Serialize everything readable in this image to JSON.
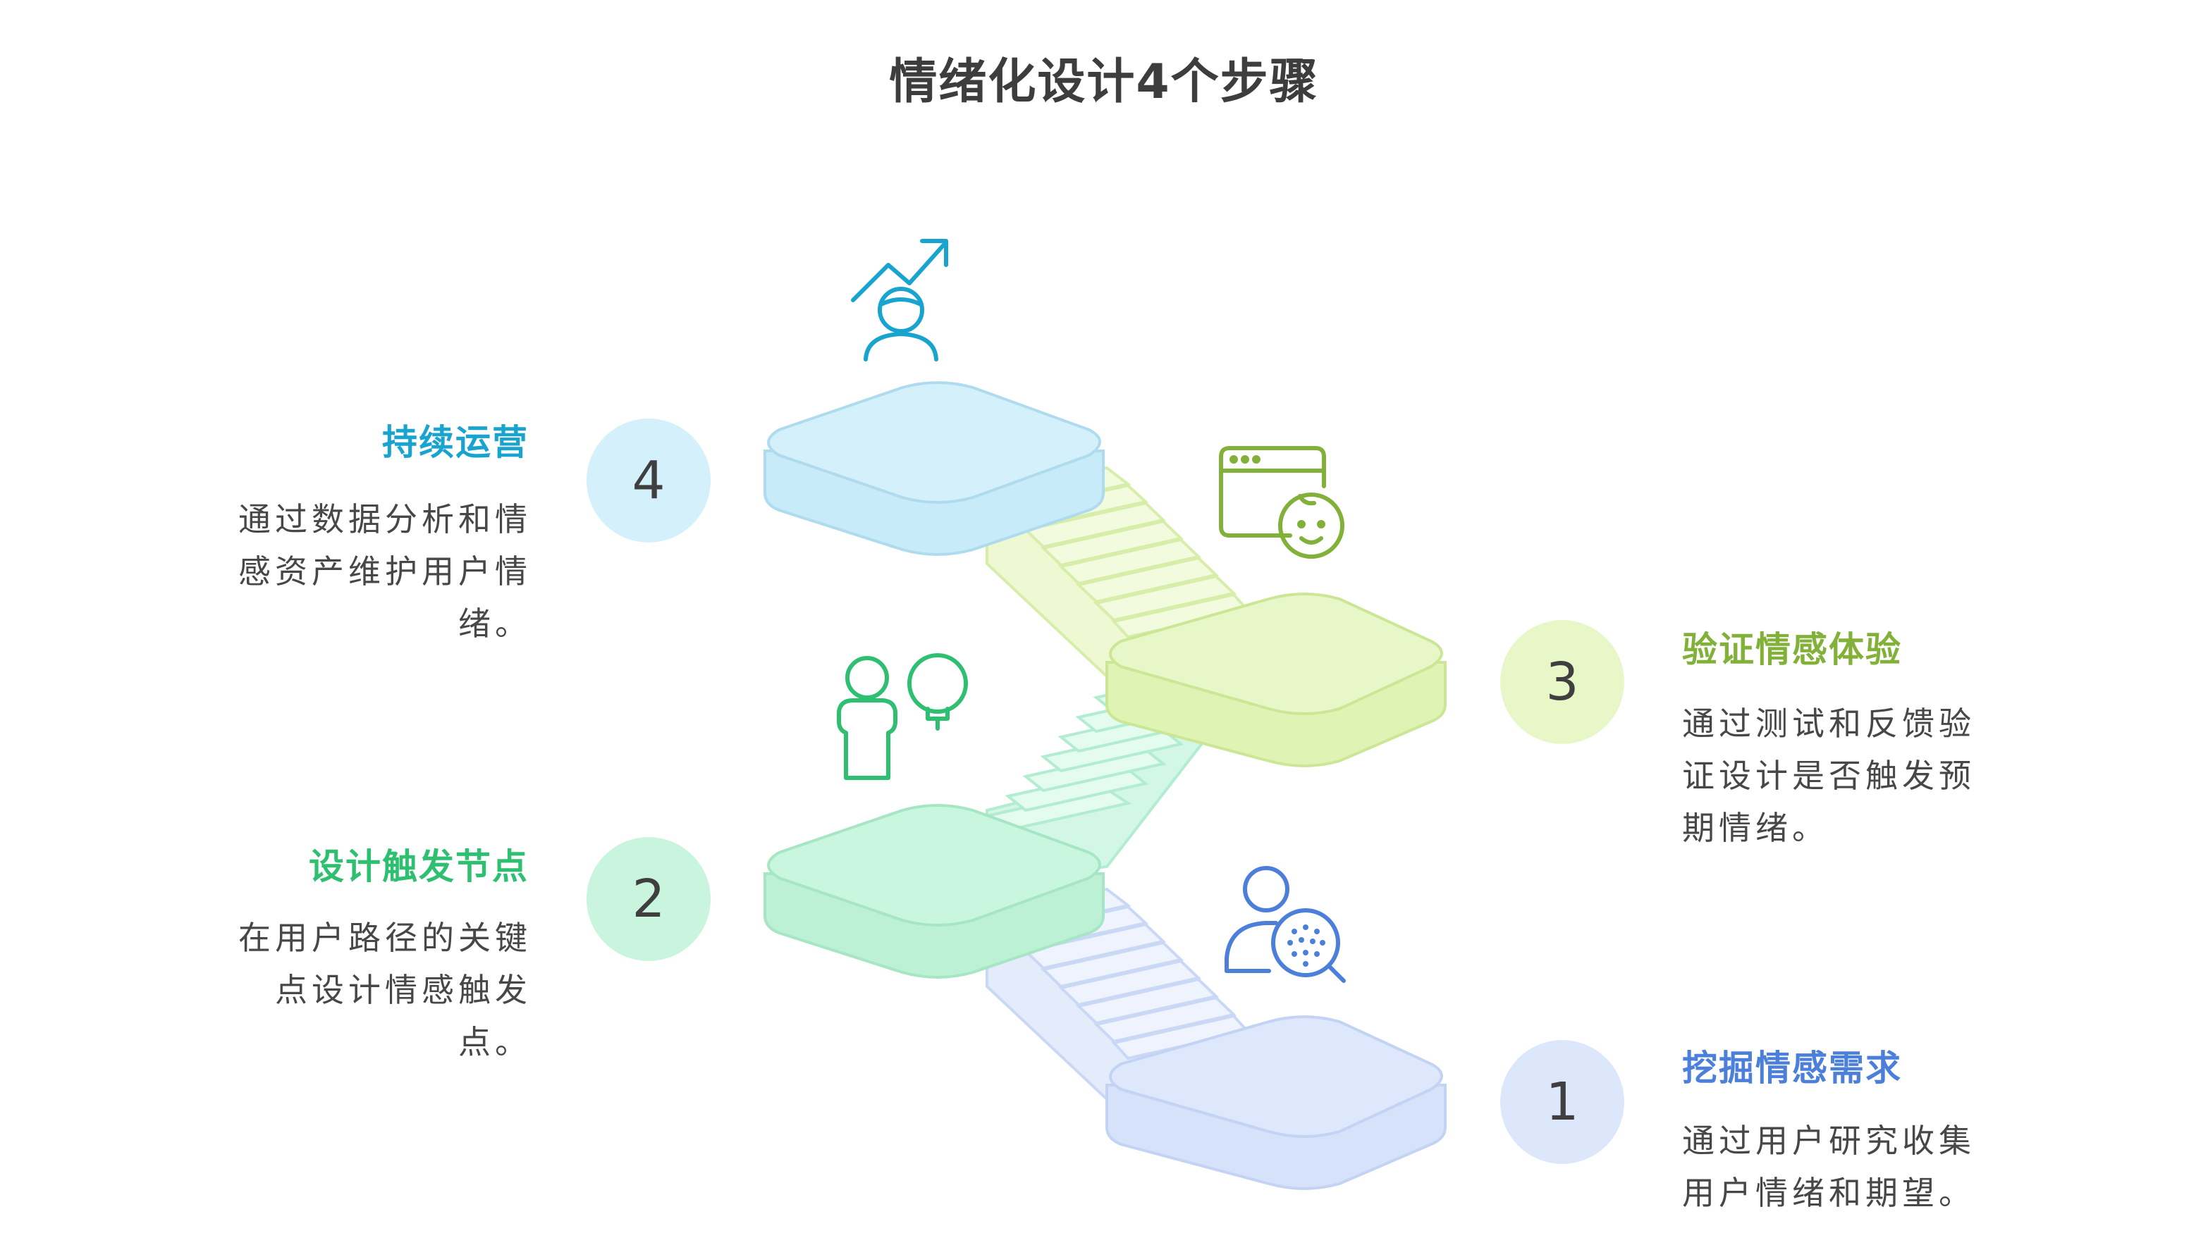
{
  "title": "情绪化设计4个步骤",
  "steps": [
    {
      "number": "1",
      "heading": "挖掘情感需求",
      "desc": [
        "通过用户研究收集",
        "用户情绪和期望。"
      ],
      "color": "#4b7fd9",
      "light": "#dde7fb",
      "icon": "user-research-icon"
    },
    {
      "number": "2",
      "heading": "设计触发节点",
      "desc": [
        "在用户路径的关键",
        "点设计情感触发",
        "点。"
      ],
      "color": "#2fbf71",
      "light": "#c9f5df",
      "icon": "user-idea-icon"
    },
    {
      "number": "3",
      "heading": "验证情感体验",
      "desc": [
        "通过测试和反馈验",
        "证设计是否触发预",
        "期情绪。"
      ],
      "color": "#82b13a",
      "light": "#e6f6c3",
      "icon": "browser-smiley-icon"
    },
    {
      "number": "4",
      "heading": "持续运营",
      "desc": [
        "通过数据分析和情",
        "感资产维护用户情",
        "绪。"
      ],
      "color": "#19a3cf",
      "light": "#d3f0fb",
      "icon": "user-growth-icon"
    }
  ]
}
